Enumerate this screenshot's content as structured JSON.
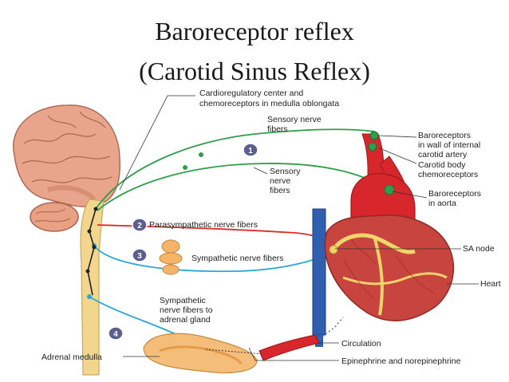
{
  "title": {
    "line1": "Baroreceptor reflex",
    "line2": "(Carotid Sinus Reflex)"
  },
  "labels": {
    "cardio_center": [
      "Cardioregulatory center and",
      "chemoreceptors in medulla oblongata"
    ],
    "sensory_upper": [
      "Sensory nerve",
      "fibers"
    ],
    "sensory_lower": [
      "Sensory",
      "nerve",
      "fibers"
    ],
    "baroreceptors_carotid": [
      "Baroreceptors",
      "in wall of internal",
      "carotid artery"
    ],
    "carotid_body": [
      "Carotid body",
      "chemoreceptors"
    ],
    "baroreceptors_aorta": [
      "Baroreceptors",
      "in aorta"
    ],
    "parasympathetic": "Parasympathetic nerve fibers",
    "sympathetic": "Sympathetic nerve fibers",
    "sa_node": "SA node",
    "heart": "Heart",
    "sympathetic_adrenal": [
      "Sympathetic",
      "nerve fibers to",
      "adrenal gland"
    ],
    "adrenal_medulla": "Adrenal medulla",
    "circulation": "Circulation",
    "epinephrine": "Epinephrine and norepinephrine"
  },
  "steps": [
    "1",
    "2",
    "3",
    "4"
  ],
  "colors": {
    "sensory": "#2e9e4a",
    "parasympathetic": "#d8312a",
    "sympathetic": "#2aa6d8",
    "badge": "#5b5e8e",
    "artery": "#d7262c",
    "vein": "#2f5fae",
    "brain": "#e8a58c"
  }
}
